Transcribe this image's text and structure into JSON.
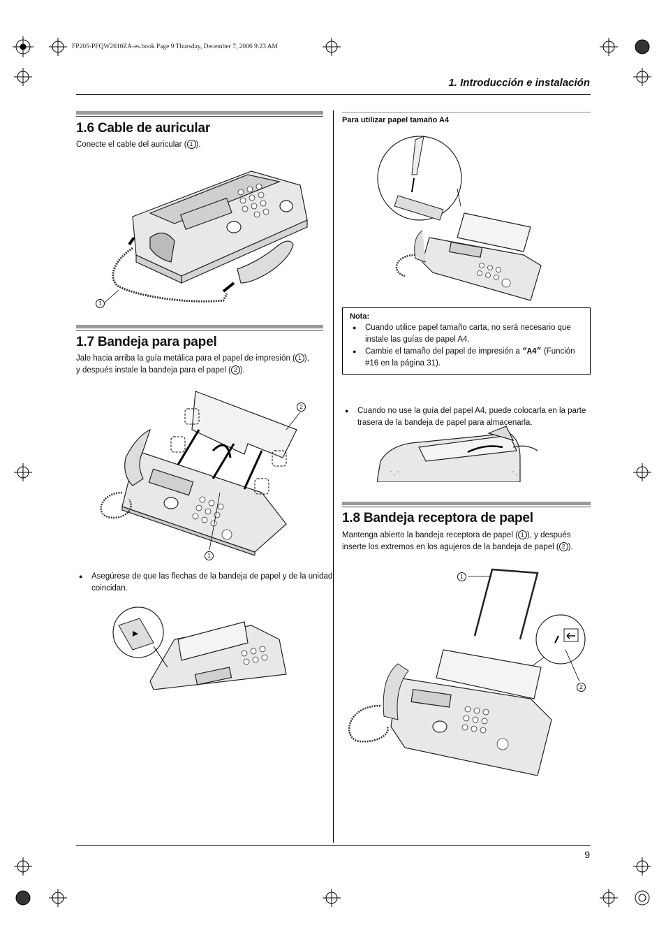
{
  "print_info": "FP205-PFQW2610ZA-es.book  Page 9  Thursday, December 7, 2006  9:23 AM",
  "running_head": "1. Introducción e instalación",
  "sections": {
    "cable": {
      "title": "1.6 Cable de auricular",
      "text_before": "Conecte el cable del auricular (",
      "marker": "1",
      "text_after": ")."
    },
    "bandeja": {
      "title": "1.7 Bandeja para papel",
      "line1_before": "Jale hacia arriba la guía metálica para el papel de impresión (",
      "marker1": "1",
      "line1_after": "),",
      "line2_before": "y después instale la bandeja para el papel (",
      "marker2": "2",
      "line2_after": ").",
      "bullet": "Asegúrese de que las flechas de la bandeja de papel y de la unidad coincidan."
    },
    "a4": {
      "subhead": "Para utilizar papel tamaño A4",
      "nota_title": "Nota:",
      "nota_1": "Cuando utilice papel tamaño carta, no será necesario que instale las guías de papel A4.",
      "nota_2_before": "Cambie el tamaño del papel de impresión a ",
      "nota_2_code": "“A4”",
      "nota_2_after": " (Función #16 en la página 31).",
      "bullet": "Cuando no use la guía del papel A4, puede colocarla en la parte trasera de la bandeja de papel para almacenarla."
    },
    "receptora": {
      "title": "1.8 Bandeja receptora de papel",
      "line1_before": "Mantenga abierto la bandeja receptora de papel (",
      "marker1": "1",
      "line1_after": "), y después",
      "line2_before": "inserte los extremos en los agujeros de la bandeja de papel (",
      "marker2": "2",
      "line2_after": ")."
    }
  },
  "callouts": {
    "one": "1",
    "two": "2"
  },
  "page_number": "9"
}
